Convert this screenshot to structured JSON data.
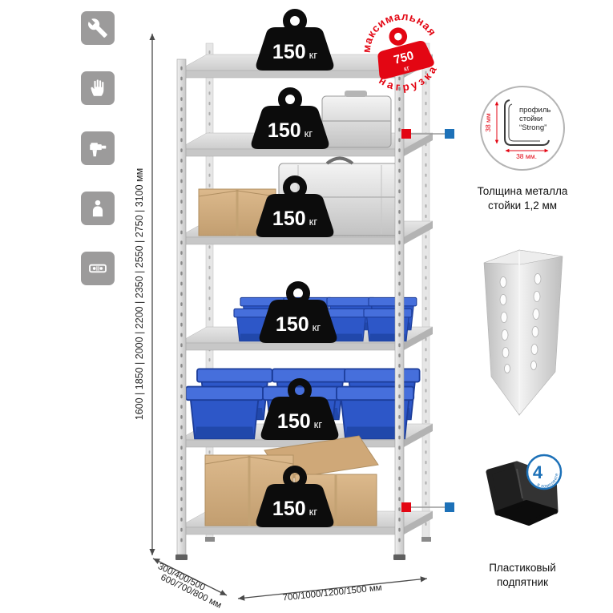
{
  "colors": {
    "red": "#e30613",
    "blue": "#1d71b8",
    "icon_bg": "#9c9b9b",
    "bin_blue": "#2d57c8"
  },
  "side_icons": [
    {
      "name": "wrench-icon"
    },
    {
      "name": "glove-icon"
    },
    {
      "name": "drill-icon"
    },
    {
      "name": "person-icon"
    },
    {
      "name": "level-icon"
    }
  ],
  "dims": {
    "height": "1600 | 1850 | 2000 | 2200 | 2350 | 2550 | 2750 | 3100 мм",
    "depth1": "300/400/500",
    "depth2": "600/700/800 мм",
    "width": "700/1000/1200/1500 мм"
  },
  "load": {
    "value": "150",
    "unit": "кг"
  },
  "stamp": {
    "top": "максимальная",
    "bottom": "нагрузка",
    "value": "750",
    "unit": "кг"
  },
  "profile": {
    "l1": "профиль",
    "l2": "стойки",
    "l3": "“Strong”",
    "dim_v": "38 мм",
    "dim_h": "38 мм.",
    "cap1": "Толщина металла",
    "cap2": "стойки 1,2 мм"
  },
  "foot": {
    "badge": "4",
    "badge_text": "в комплекте",
    "cap1": "Пластиковый",
    "cap2": "подпятник"
  }
}
